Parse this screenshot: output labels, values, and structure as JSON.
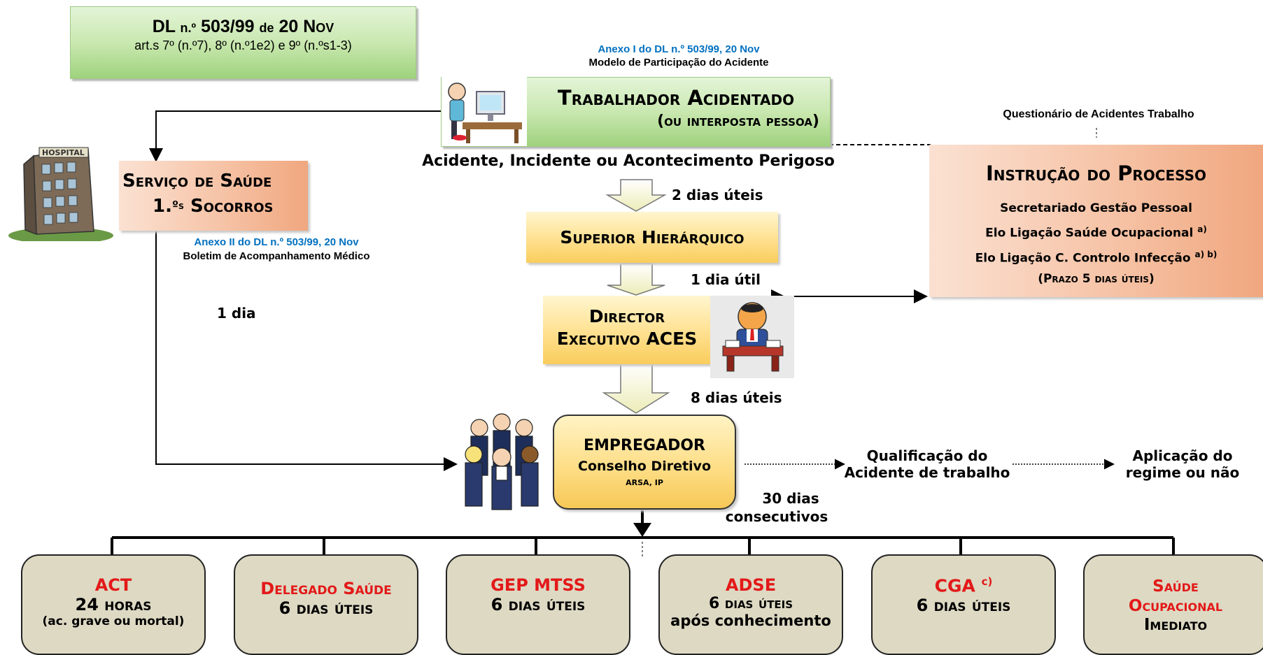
{
  "header_box": {
    "title_1": "DL ",
    "title_2": "n.º",
    "title_3": " 503/99 ",
    "title_4": "de",
    "title_5": " 20 N",
    "title_6": "ov",
    "subtitle": "art.s 7º (n.º7), 8º (n.º1e2) e 9º (n.ºs1-3)"
  },
  "annex1": {
    "ref": "Anexo I do DL n.º 503/99, 20 Nov",
    "doc": "Modelo de Participação do Acidente"
  },
  "worker": {
    "line1": "Trabalhador Acidentado",
    "line2": "(ou interposta pessoa)"
  },
  "questionnaire": "Questionário de Acidentes Trabalho",
  "event_text": "Acidente, Incidente ou Acontecimento Perigoso",
  "health_service": {
    "line1": "Serviço de Saúde",
    "line2_a": "1.",
    "line2_b": "ºs",
    "line2_c": " Socorros"
  },
  "annex2": {
    "ref": "Anexo II do DL n.º 503/99, 20 Nov",
    "doc": "Boletim de Acompanhamento Médico"
  },
  "label_1dia": "1 dia",
  "label_2dias": "2 dias úteis",
  "superior": "Superior Hierárquico",
  "label_1dia_util": "1 dia útil",
  "director": {
    "line1": "Director",
    "line2": "Executivo ACES"
  },
  "label_8dias": "8 dias úteis",
  "employer": {
    "title": "EMPREGADOR",
    "sub": "Conselho Diretivo",
    "small": "ARSA, IP"
  },
  "label_30dias_1": "30 dias",
  "label_30dias_2": "consecutivos",
  "qualification": {
    "line1": "Qualificação do",
    "line2": "Acidente de trabalho"
  },
  "application": {
    "line1": "Aplicação do",
    "line2": "regime ou não"
  },
  "instruction": {
    "title": "Instrução do Processo",
    "item1": "Secretariado Gestão Pessoal",
    "item2": "Elo Ligação Saúde Ocupacional",
    "item2_sup": "a)",
    "item3": "Elo Ligação C. Controlo Infecção",
    "item3_sup": "a) b)",
    "deadline": "(Prazo 5 dias úteis)"
  },
  "recipients": [
    {
      "name": "ACT",
      "line2_a": "24 ",
      "line2_b": "horas",
      "line3": "(ac. grave ou mortal)"
    },
    {
      "name": "Delegado Saúde",
      "line2_a": "6 ",
      "line2_b": "dias úteis",
      "line3": ""
    },
    {
      "name": "GEP MTSS",
      "line2_a": "6 ",
      "line2_b": "dias úteis",
      "line3": ""
    },
    {
      "name": "ADSE",
      "line2_a": "6 ",
      "line2_b": "dias úteis",
      "line3": "após conhecimento"
    },
    {
      "name": "CGA",
      "name_sup": "c)",
      "line2_a": "6 ",
      "line2_b": "dias úteis",
      "line3": ""
    },
    {
      "name_1": "Saúde",
      "name_2": "Ocupacional",
      "line2_b": "Imediato"
    }
  ],
  "icons": {
    "hospital": "hospital-building-icon",
    "worker": "worker-at-computer-icon",
    "director": "executive-at-desk-icon",
    "employer": "group-of-people-icon"
  },
  "colors": {
    "green": "#9fd27d",
    "orange": "#f0a77f",
    "yellow": "#f9cd5c",
    "tan": "#ddd9c3",
    "blue": "#0070c0",
    "red": "#e31919"
  }
}
